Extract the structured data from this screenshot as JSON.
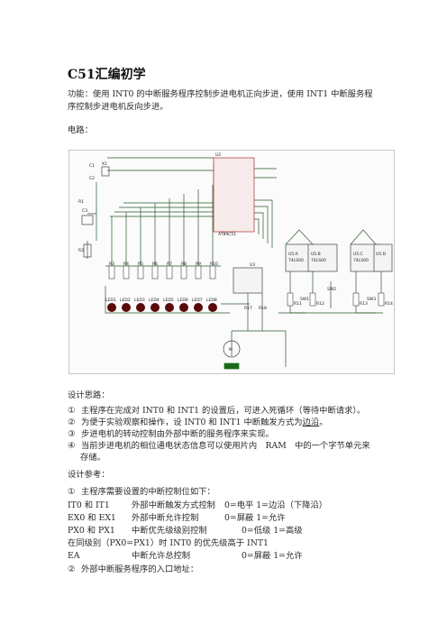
{
  "title": "C51汇编初学",
  "intro_line1": "功能：使用 INT0 的中断服务程序控制步进电机正向步进，使用 INT1 中断服务程",
  "intro_line2": "序控制步进电机反向步进。",
  "circuit_label": "电路：",
  "design_heading": "设计思路：",
  "design_items": [
    {
      "marker": "①",
      "text": "主程序在完成对 INT0 和 INT1 的设置后，可进入死循环（等待中断请求）。"
    },
    {
      "marker": "②",
      "text_before": "为便于实验观察和操作，设 INT0 和 INT1 中断触发方式为",
      "text_underlined": "边沿",
      "text_after": "。"
    },
    {
      "marker": "③",
      "text": "步进电机的转动控制由外部中断的服务程序来实现。"
    },
    {
      "marker": "④",
      "text": "当前步进电机的相位通电状态信息可以使用片内　RAM　中的一个字节单元来"
    }
  ],
  "design_item4_cont": "存储。",
  "ref_heading": "设计参考：",
  "ref_item1": {
    "marker": "①",
    "text": "主程序需要设置的中断控制位如下："
  },
  "ref_rows": [
    {
      "a": "IT0 和 IT1",
      "b": "外部中断触发方式控制",
      "c": "0=电平  1=边沿（下降沿）"
    },
    {
      "a": "EX0 和 EX1",
      "b": "外部中断允许控制",
      "c": "0=屏蔽  1=允许"
    },
    {
      "a": "PX0 和 PX1",
      "b": "中断优先级级别控制",
      "c": "0=低级  1=高级"
    }
  ],
  "ref_note": "在同级别（PX0=PX1）时 INT0 的优先级高于 INT1",
  "ref_row_ea": {
    "a": "EA",
    "b": "中断允许总控制",
    "c": "0=屏蔽  1=允许"
  },
  "ref_item2": {
    "marker": "②",
    "text": "外部中断服务程序的入口地址："
  },
  "schematic": {
    "chip_u2": "U2",
    "chip_u2_part": "AT89C51",
    "chip_u3": "U3",
    "resistors_top": [
      "R3",
      "R4",
      "R5",
      "R6",
      "R7",
      "R8",
      "R9",
      "R10"
    ],
    "leds": [
      "LED1",
      "LED2",
      "LED3",
      "LED4",
      "LED5",
      "LED6",
      "LED7",
      "LED8"
    ],
    "resistors_bottom": [
      "R17",
      "R18"
    ],
    "gates": [
      "U5:A",
      "U5:B",
      "U5:C",
      "U5:D"
    ],
    "gate_part": "74LS00",
    "right_resistors": [
      "R11",
      "R12",
      "R13",
      "R14"
    ],
    "buttons": [
      "SW1",
      "SW2",
      "SW3"
    ],
    "caps": [
      "C1",
      "C2",
      "C3"
    ],
    "crystal": "X1",
    "r_left": [
      "R1",
      "R2"
    ],
    "motor": "M"
  },
  "colors": {
    "wire": "#2a5a2a",
    "chip": "#b03030",
    "led": "#5a0a0a",
    "ground": "#1a6a1a"
  }
}
